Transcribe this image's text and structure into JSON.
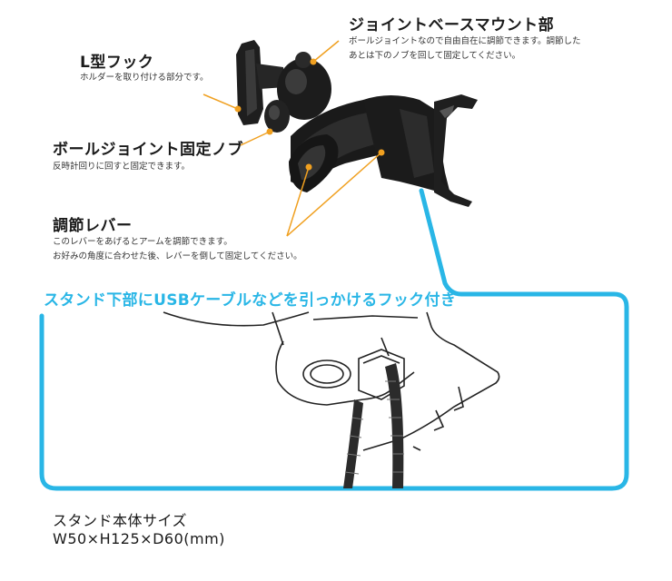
{
  "annotations": [
    {
      "title": "L型フック",
      "desc": [
        "ホルダーを取り付ける部分です。"
      ]
    },
    {
      "title": "ジョイントベースマウント部",
      "desc": [
        "ボールジョイントなので自由自在に調節できます。調節した",
        "あとは下のノブを回して固定してください。"
      ]
    },
    {
      "title": "ボールジョイント固定ノブ",
      "desc": [
        "反時計回りに回すと固定できます。"
      ]
    },
    {
      "title": "調節レバー",
      "desc": [
        "このレバーをあげるとアームを調節できます。",
        "お好みの角度に合わせた後、レバーを倒して固定してください。"
      ]
    }
  ],
  "feature": {
    "title": "スタンド下部にUSBケーブルなどを引っかけるフック付き"
  },
  "spec": {
    "label": "スタンド本体サイズ",
    "size": "W50×H125×D60(mm)"
  },
  "colors": {
    "accent_orange": "#f0a020",
    "accent_blue": "#29b6e6",
    "product": "#1c1c1c"
  }
}
